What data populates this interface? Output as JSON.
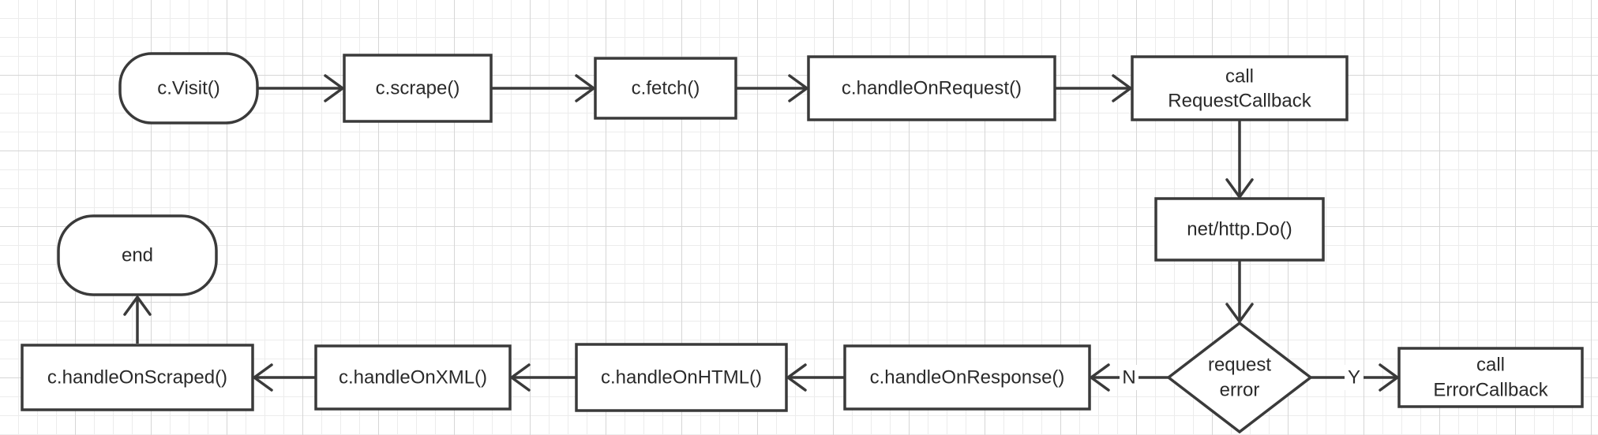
{
  "nodes": {
    "visit": "c.Visit()",
    "scrape": "c.scrape()",
    "fetch": "c.fetch()",
    "handle_on_request": "c.handleOnRequest()",
    "call_request_callback_line1": "call",
    "call_request_callback_line2": "RequestCallback",
    "http_do": "net/http.Do()",
    "request_error_line1": "request",
    "request_error_line2": "error",
    "call_error_callback_line1": "call",
    "call_error_callback_line2": "ErrorCallback",
    "handle_on_response": "c.handleOnResponse()",
    "handle_on_html": "c.handleOnHTML()",
    "handle_on_xml": "c.handleOnXML()",
    "handle_on_scraped": "c.handleOnScraped()",
    "end": "end"
  },
  "edge_labels": {
    "no": "N",
    "yes": "Y"
  },
  "colors": {
    "stroke": "#3a3a3a",
    "text": "#2a2a2a",
    "grid": "#d6d6d6"
  }
}
